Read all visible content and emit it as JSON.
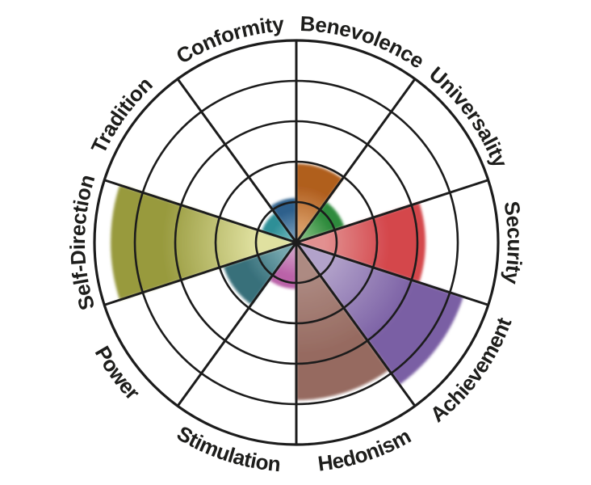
{
  "page": {
    "title": "Schwartz basic human values wheel",
    "background_color": "#ffffff"
  },
  "chart_data": {
    "type": "bar",
    "variant": "polar-rose (circumplex wedge chart)",
    "title": "",
    "direction": "clockwise",
    "start_deg_from_north": 0,
    "sector_span_deg": 36,
    "value_scale": {
      "min": 0,
      "max": 5,
      "rings": 5,
      "ring_step": 1
    },
    "grid": {
      "rings": 5,
      "sector_lines": 10,
      "line_color": "#1c1c1c",
      "label_color": "#1d1d1b"
    },
    "categories": [
      "Benevolence",
      "Universality",
      "Security",
      "Achievement",
      "Hedonism",
      "Stimulation",
      "Power",
      "Self-Direction",
      "Tradition",
      "Conformity"
    ],
    "values": [
      1.95,
      1.25,
      3.2,
      4.35,
      3.9,
      1.15,
      1.9,
      4.6,
      0.9,
      1.1
    ],
    "series_colors": [
      {
        "dark": "#b05e1e",
        "light": "#d79a63"
      },
      {
        "dark": "#2f8b3d",
        "light": "#77b877"
      },
      {
        "dark": "#d4474c",
        "light": "#e29090"
      },
      {
        "dark": "#7a5fa4",
        "light": "#b2a2ca"
      },
      {
        "dark": "#966a60",
        "light": "#ad8a82"
      },
      {
        "dark": "#ba62a8",
        "light": "#cf9ac4"
      },
      {
        "dark": "#376f7a",
        "light": "#74a6ad"
      },
      {
        "dark": "#989a3e",
        "light": "#e0e1a0"
      },
      {
        "dark": "#2f8f97",
        "light": "#66b2b7"
      },
      {
        "dark": "#2d608c",
        "light": "#6c94b4"
      }
    ]
  }
}
